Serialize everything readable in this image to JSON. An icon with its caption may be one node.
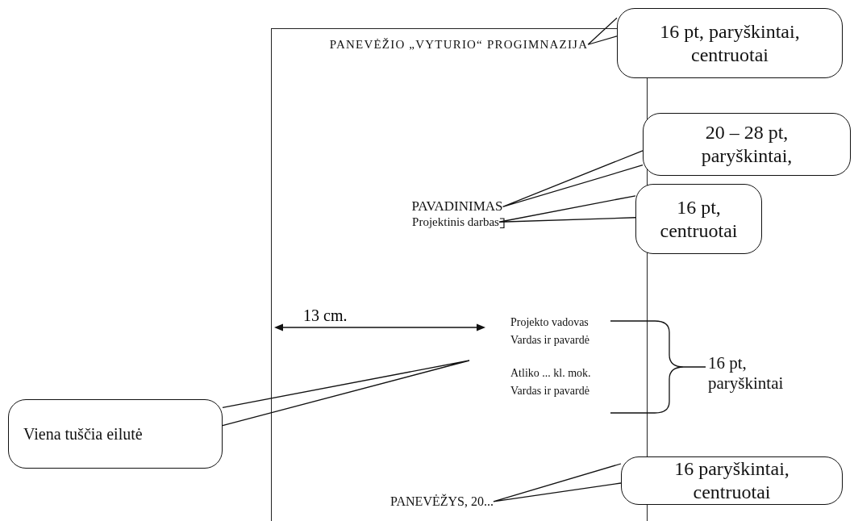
{
  "diagram": {
    "nodes": [
      {
        "text": [],
        "shape": "box"
      },
      {
        "text": [
          "PANEVĖŽIO „VYTURIO“ PROGIMNAZIJA"
        ],
        "in": 0
      },
      {
        "text": [
          "16 pt, paryškintai, centruotai"
        ]
      },
      {
        "text": [
          "20 – 28 pt, paryškintai,"
        ]
      },
      {
        "text": [
          "PAVADINIMAS"
        ],
        "in": 0
      },
      {
        "text": [
          "Projektinis darbas"
        ],
        "in": 0
      },
      {
        "text": [
          "16 pt, centruotai"
        ]
      },
      {
        "text": [
          "Projekto vadovas"
        ],
        "in": 0
      },
      {
        "text": [
          "Vardas ir pavardė"
        ],
        "in": 0
      },
      {
        "text": [
          "Atliko ... kl. mok."
        ],
        "in": 0
      },
      {
        "text": [
          "Vardas ir pavardė"
        ],
        "in": 0
      },
      {
        "text": [
          "16 pt, paryškintai"
        ]
      },
      {
        "text": [
          "Viena tuščia eilutė"
        ]
      },
      {
        "text": [
          "16 paryškintai, centruotai"
        ]
      },
      {
        "text": [
          "PANEVĖŽYS, 20..."
        ],
        "in": 0
      }
    ],
    "edges": [
      {
        "from": 2,
        "to": 1,
        "arrow": "none"
      },
      {
        "from": 3,
        "to": 4,
        "arrow": "none"
      },
      {
        "from": 6,
        "to": 5,
        "arrow": "none"
      },
      {
        "from": 12,
        "to": null,
        "arrow": "none"
      },
      {
        "from": 13,
        "to": 14,
        "arrow": "none"
      }
    ],
    "labels": [
      "13 cm."
    ]
  }
}
